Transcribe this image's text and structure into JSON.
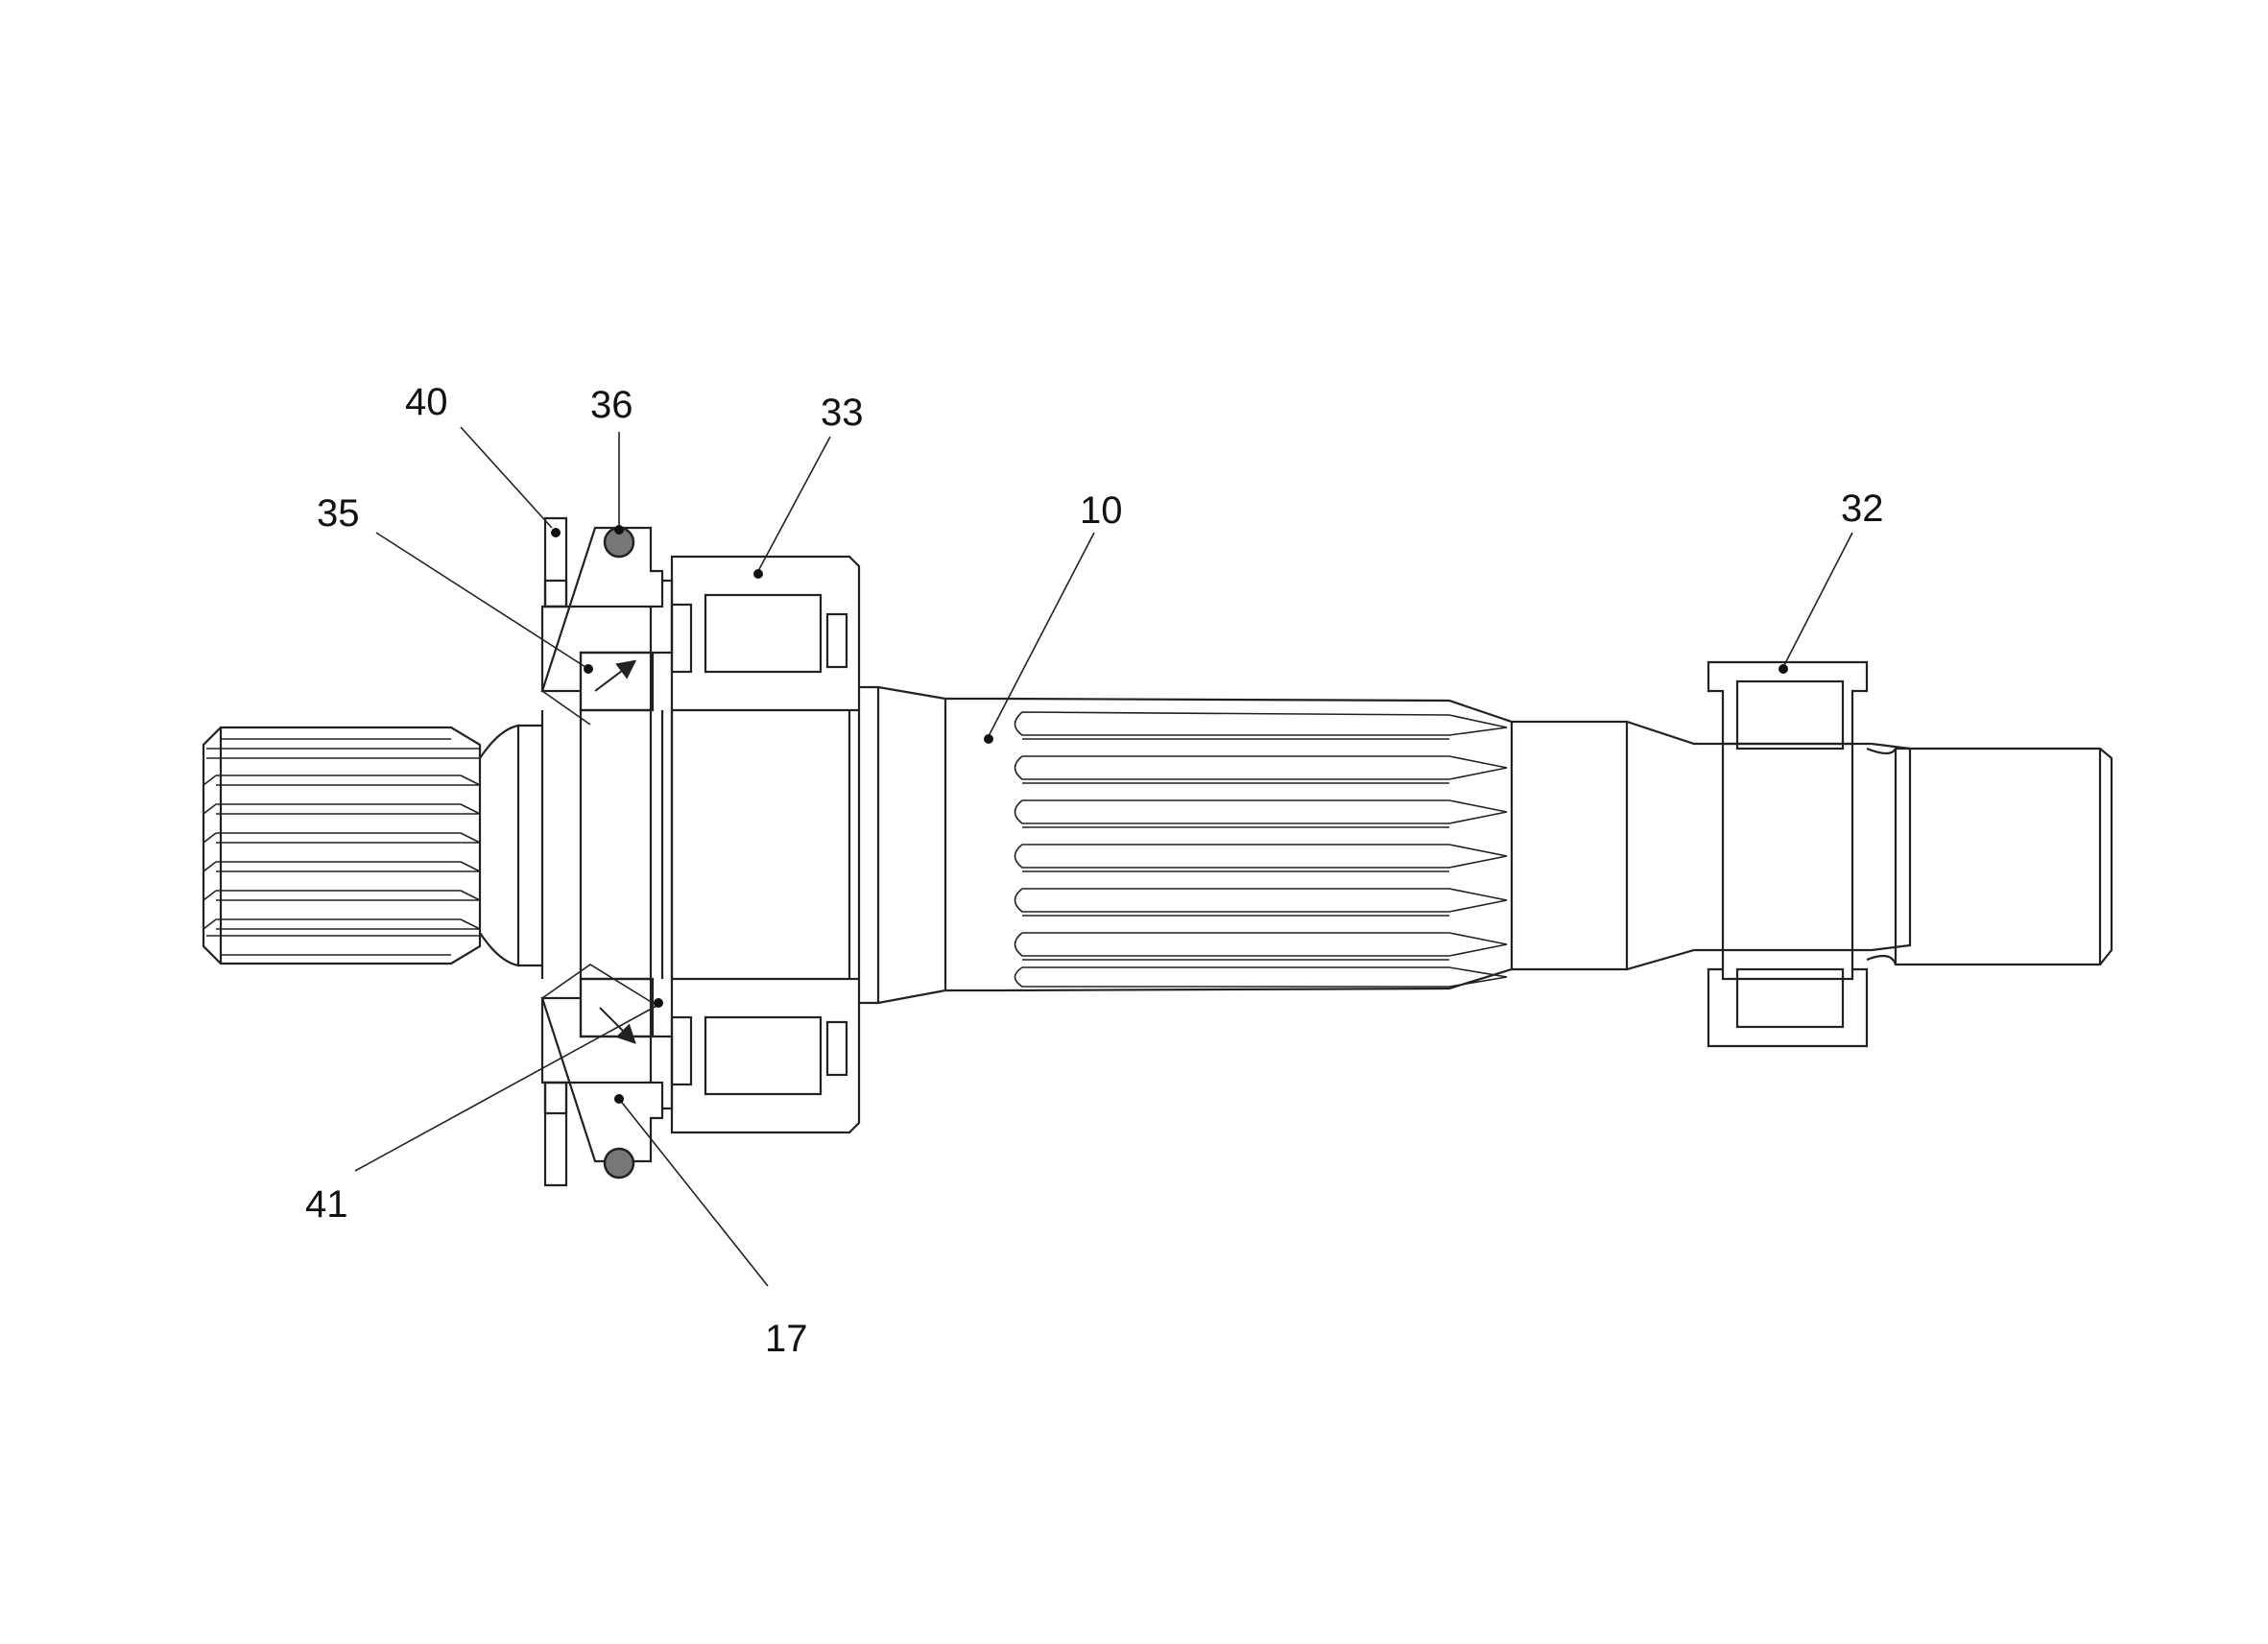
{
  "figure": {
    "colors": {
      "stroke": "#222222",
      "hatch": "#333333",
      "o_ring_fill": "#777777",
      "background": "#ffffff"
    },
    "callouts": {
      "c10": "10",
      "c17": "17",
      "c32": "32",
      "c33": "33",
      "c35": "35",
      "c36": "36",
      "c40": "40",
      "c41": "41"
    }
  }
}
